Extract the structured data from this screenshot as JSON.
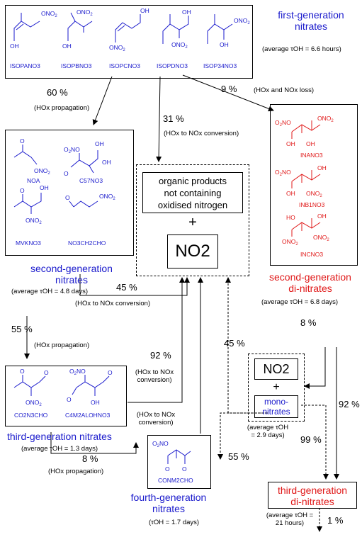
{
  "first_generation": {
    "molecules": [
      "ISOPANO3",
      "ISOPBNO3",
      "ISOPCNO3",
      "ISOPDNO3",
      "ISOP34NO3"
    ],
    "title_line1": "first-generation",
    "title_line2": "nitrates",
    "lifetime": "(average τOH = 6.6 hours)"
  },
  "second_generation": {
    "molecules": [
      "NOA",
      "C57NO3",
      "MVKNO3",
      "NO3CH2CHO"
    ],
    "title_line1": "second-generation",
    "title_line2": "nitrates",
    "lifetime": "(average τOH = 4.8 days)"
  },
  "second_generation_dinitrates": {
    "molecules": [
      "INANO3",
      "INB1NO3",
      "INCNO3"
    ],
    "title_line1": "second-generation",
    "title_line2": "di-nitrates",
    "lifetime": "(average τOH = 6.8 days)"
  },
  "third_generation": {
    "molecules": [
      "CO2N3CHO",
      "C4M2ALOHNO3"
    ],
    "title": "third-generation nitrates",
    "lifetime": "(average τOH = 1.3 days)"
  },
  "fourth_generation": {
    "molecules": [
      "CONM2CHO"
    ],
    "title_line1": "fourth-generation",
    "title_line2": "nitrates",
    "lifetime": "(τOH = 1.7 days)"
  },
  "third_generation_dinitrates": {
    "title_line1": "third-generation",
    "title_line2": "di-nitrates",
    "lifetime_line1": "(average τOH =",
    "lifetime_line2": "21 hours)"
  },
  "products": {
    "organic_line1": "organic products",
    "organic_line2": "not containing",
    "organic_line3": "oxidised nitrogen",
    "plus": "+",
    "no2": "NO2"
  },
  "mono": {
    "no2": "NO2",
    "plus": "+",
    "mono_line1": "mono-",
    "mono_line2": "nitrates",
    "lifetime_line1": "(average τOH",
    "lifetime_line2": "= 2.9 days)"
  },
  "pathways": {
    "p60": "60 %",
    "p60_note": "(HOx propagation)",
    "p31": "31 %",
    "p31_note": "(HOx to NOx conversion)",
    "p9": "9 %",
    "p9_note": "(HOx and NOx loss)",
    "p45a": "45 %",
    "p45a_note": "(HOx to NOx conversion)",
    "p55a": "55 %",
    "p55a_note": "(HOx propagation)",
    "p92a": "92 %",
    "p92a_note_line1": "(HOx to NOx",
    "p92a_note_line2": "conversion)",
    "p92b_note_line1": "(HOx to NOx",
    "p92b_note_line2": "conversion)",
    "p8a": "8 %",
    "p8a_note": "(HOx propagation)",
    "p45b": "45 %",
    "p8b": "8 %",
    "p92c": "92 %",
    "p99": "99 %",
    "p55b": "55 %",
    "p1": "1 %"
  }
}
